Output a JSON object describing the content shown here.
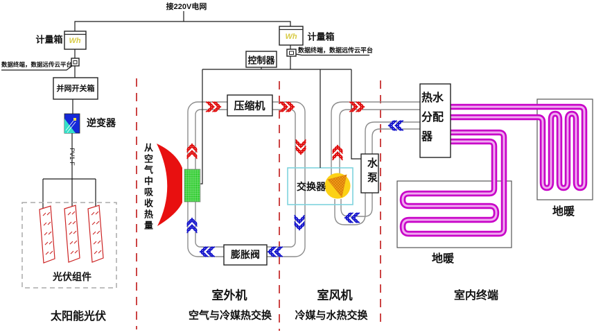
{
  "labels": {
    "grid": "接220V电网",
    "meter_left": "计量箱",
    "meter_right": "计量箱",
    "wh_left": "Wh",
    "wh_right": "Wh",
    "data_terminal_left": "数据终端，数据远传云平台",
    "data_terminal_right": "数据终端，数据远传云平台",
    "grid_switch_box": "并网开关箱",
    "inverter": "逆变器",
    "pv_wire": "PV1-F",
    "pv_modules": "光伏组件",
    "section1_title": "太阳能光伏",
    "controller": "控制器",
    "compressor": "压缩机",
    "expansion_valve": "膨胀阀",
    "absorb_heat": "从空气中吸收热量",
    "exchanger": "交换器",
    "pump": "水泵",
    "distributor": "热水分配器",
    "floor_heating_left": "地暖",
    "floor_heating_right": "地暖",
    "section2_title": "室外机",
    "section2_sub": "空气与冷媒热交换",
    "section3_title": "室风机",
    "section3_sub": "冷媒与水热交换",
    "section4_title": "室内终端"
  },
  "colors": {
    "hot_arrow": "#e01010",
    "cold_arrow": "#1515cc",
    "water_pipe": "#c803c8",
    "evaporator_green": "#2ecc2e",
    "exchanger_yellow": "#fcd116",
    "exchanger_orange": "#f59a1d",
    "divider_red": "#cc4444",
    "wh_yellow": "#d8cb45"
  },
  "icons": [
    "wh-meter-icon",
    "data-terminal-icon",
    "inverter-icon",
    "pv-panel-icon",
    "evaporator-coil-icon",
    "exchanger-icon",
    "airflow-icon"
  ]
}
